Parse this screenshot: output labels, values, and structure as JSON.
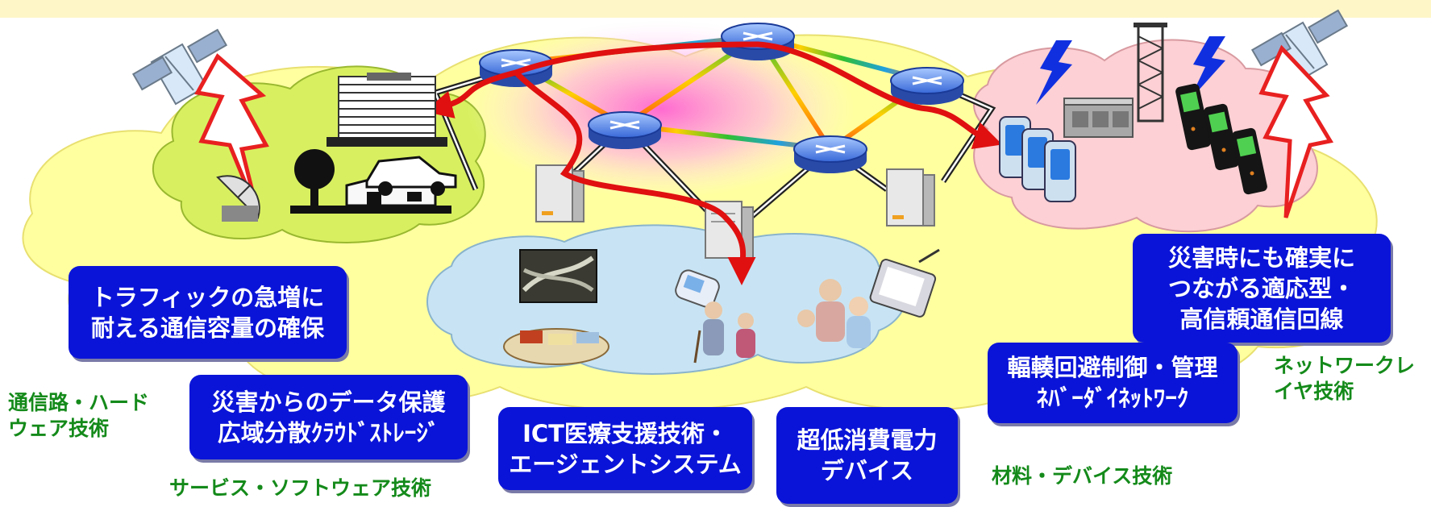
{
  "boxes": {
    "traffic": [
      "トラフィックの急増に",
      "耐える通信容量の確保"
    ],
    "disaster_line": [
      "災害時にも確実に",
      "つながる適応型・",
      "高信頼通信回線"
    ],
    "congestion": [
      "輻輳回避制御・管理",
      "ﾈﾊﾞｰﾀﾞｲﾈｯﾄﾜｰｸ"
    ],
    "data_protection": [
      "災害からのデータ保護",
      "広域分散ｸﾗｳﾄﾞｽﾄﾚｰｼﾞ"
    ],
    "ict_medical": [
      "ICT医療支援技術・",
      "エージェントシステム"
    ],
    "low_power": [
      "超低消費電力",
      "デバイス"
    ]
  },
  "labels": {
    "hardware": [
      "通信路・ハード",
      "ウェア技術"
    ],
    "network_layer": [
      "ネットワークレ",
      "イヤ技術"
    ],
    "service_software": "サービス・ソフトウェア技術",
    "material_device": "材料・デバイス技術"
  },
  "colors": {
    "box_fill": "#0a14d8",
    "label_green": "#148a1a",
    "main_cloud": "#ffffa0",
    "left_cloud": "#d8f060",
    "right_cloud": "#fcd0d4",
    "bottom_cloud": "#c8e4f4",
    "route_arrow": "#e01010"
  }
}
